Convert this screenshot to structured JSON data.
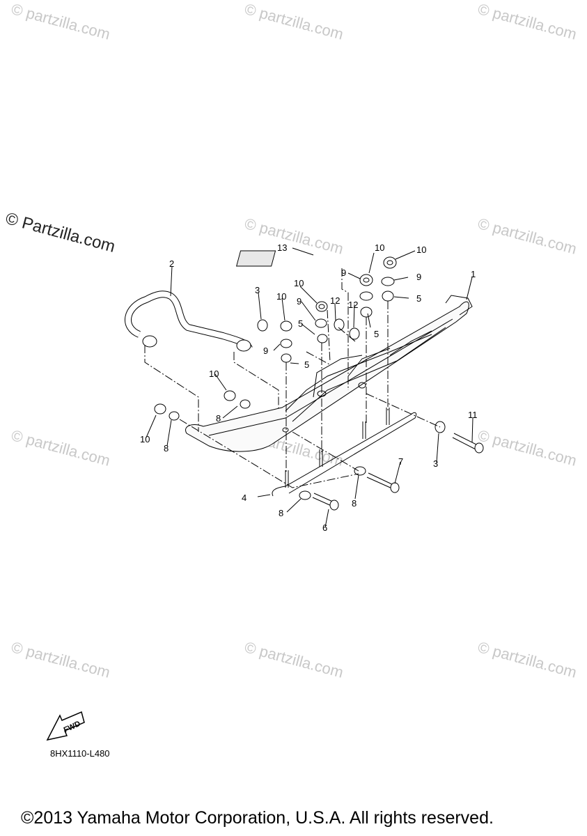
{
  "watermark": {
    "text": "© Partzilla.com",
    "tile_text": "© partzilla.com"
  },
  "diagram": {
    "part_callouts": [
      "1",
      "2",
      "3",
      "4",
      "5",
      "6",
      "7",
      "8",
      "9",
      "10",
      "11",
      "12",
      "13"
    ],
    "callout_labels": {
      "c13": "13",
      "c10a": "10",
      "c10b": "10",
      "c2": "2",
      "c1": "1",
      "c9a": "9",
      "c9b": "9",
      "c3a": "3",
      "c10c": "10",
      "c10d": "10",
      "c9c": "9",
      "c12a": "12",
      "c12b": "12",
      "c5a": "5",
      "c5b": "5",
      "c5c": "5",
      "c5d": "5",
      "c9d": "9",
      "c10e": "10",
      "c8a": "8",
      "c10f": "10",
      "c8b": "8",
      "c11": "11",
      "c3b": "3",
      "c7": "7",
      "c4": "4",
      "c8c": "8",
      "c8d": "8",
      "c6": "6"
    },
    "fwd_label": "FWD",
    "drawing_code": "8HX1110-L480"
  },
  "footer": {
    "copyright": "©2013 Yamaha Motor Corporation, U.S.A. All rights reserved."
  }
}
